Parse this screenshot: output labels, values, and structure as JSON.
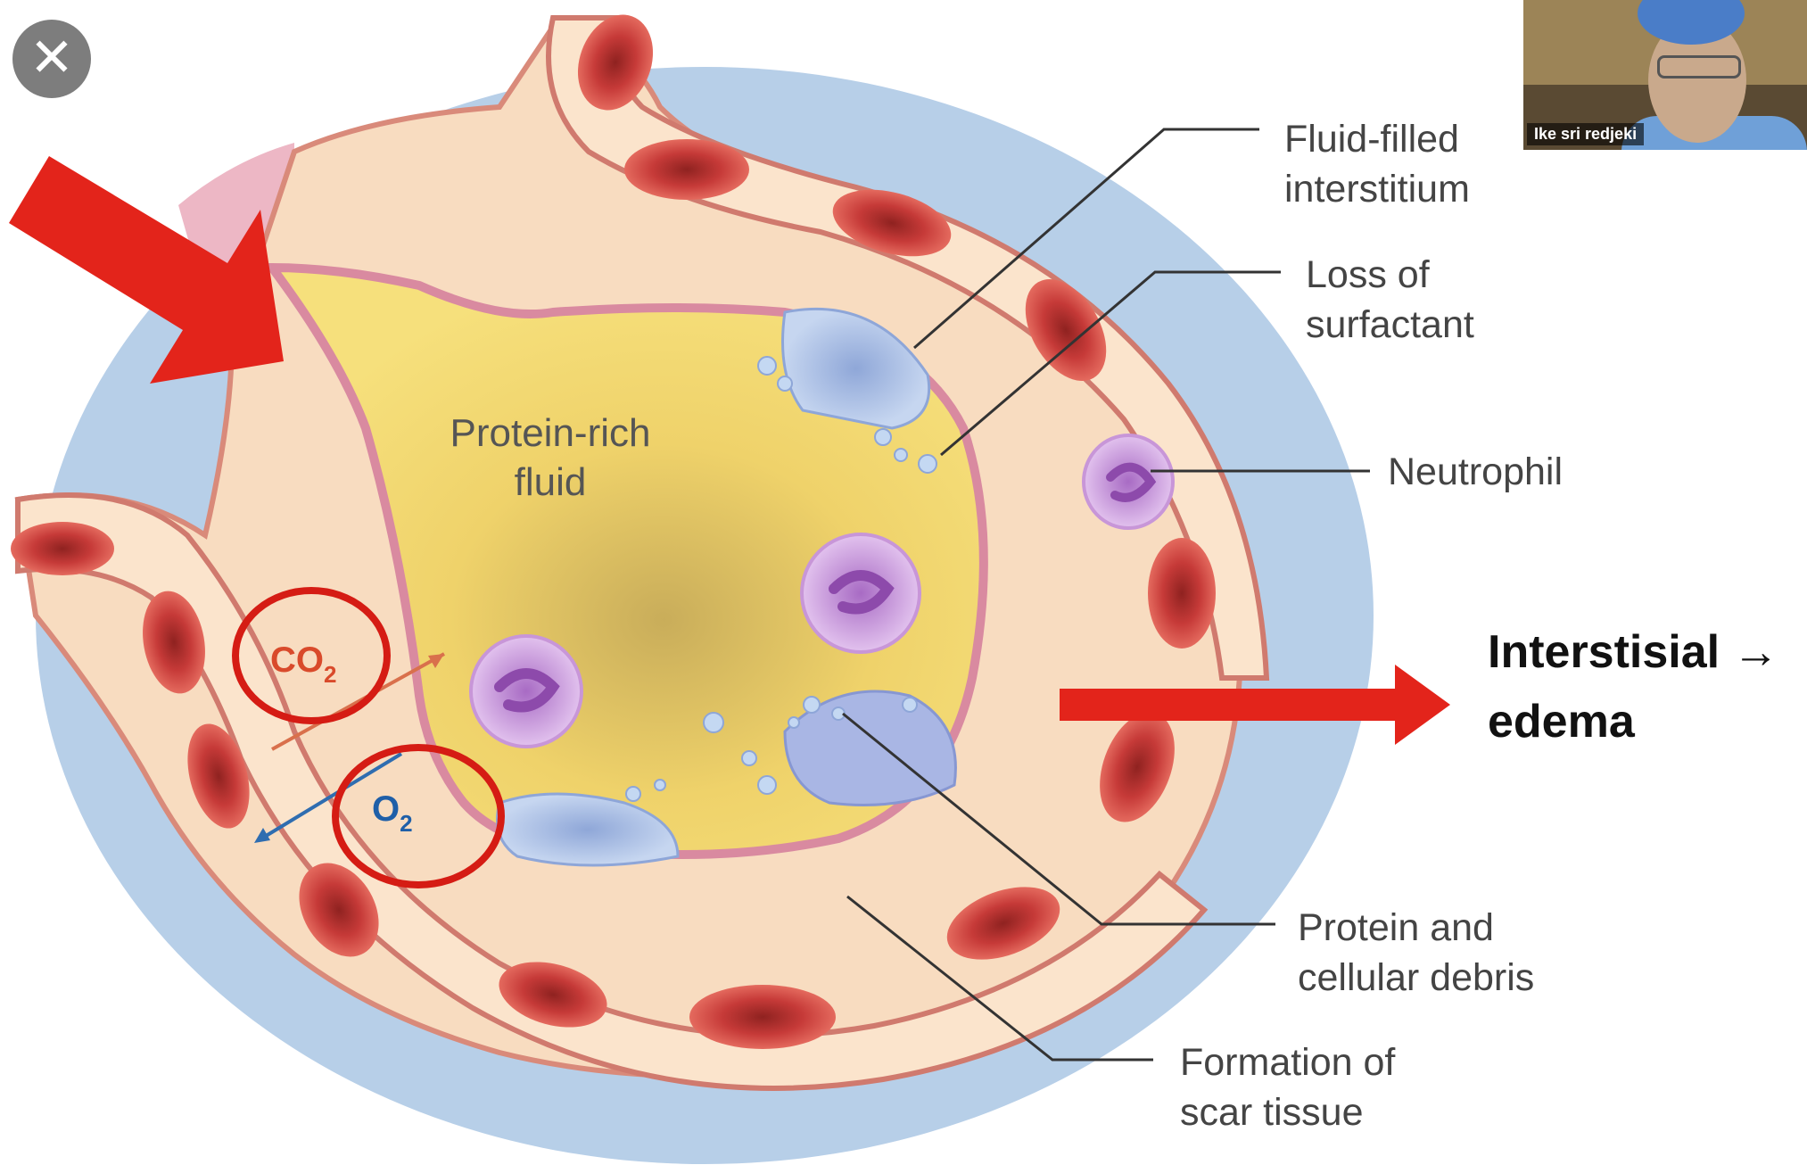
{
  "labels": {
    "fluid_filled": [
      "Fluid-filled",
      "interstitium"
    ],
    "surfactant": [
      "Loss of",
      "surfactant"
    ],
    "neutrophil": "Neutrophil",
    "protein_debris": [
      "Protein and",
      "cellular debris"
    ],
    "scar_tissue": [
      "Formation of",
      "scar tissue"
    ],
    "protein_rich": [
      "Protein-rich",
      "fluid"
    ]
  },
  "annotation": {
    "line1": "Interstisial →",
    "line2": "edema"
  },
  "gases": {
    "co2_main": "CO",
    "co2_sub": "2",
    "o2_main": "O",
    "o2_sub": "2"
  },
  "video": {
    "participant_name": "Ike sri redjeki"
  },
  "colors": {
    "arrow_red": "#e3241b",
    "circle_red": "#d51c14",
    "co2_text": "#d94a2b",
    "o2_text": "#1f5fa8",
    "background_disc": "#b7cfe8",
    "fluid_yellow": "#f3d55c",
    "rbc_red": "#c63a38"
  },
  "icons": {
    "close": "close-icon"
  }
}
